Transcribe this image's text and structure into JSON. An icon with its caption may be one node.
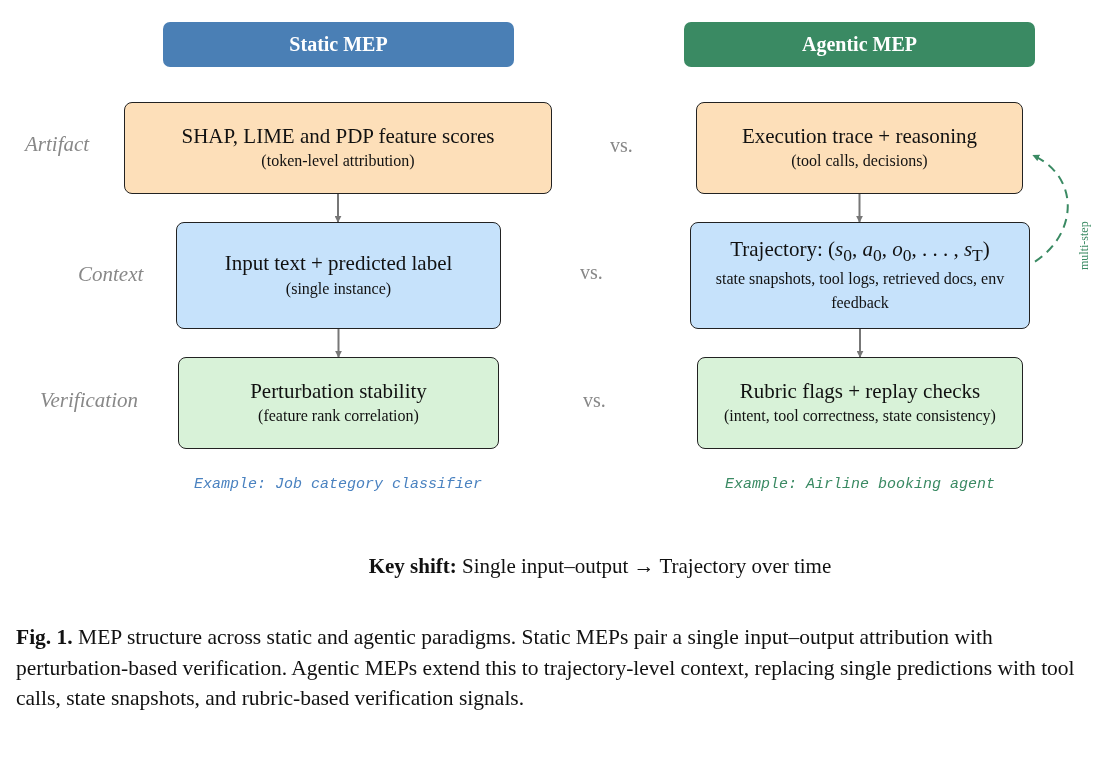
{
  "diagram": {
    "caption": "**Fig. 1.** MEP structure across static and agentic paradigms. Static MEPs pair a single input–output attribution with perturbation-based verification. Agentic MEPs extend this to trajectory-level context, replacing single predictions with tool calls, state snapshots, and rubric-based verification signals.",
    "nodes": [
      {
        "text": [
          "Static MEP"
        ]
      },
      {
        "text": [
          "Agentic MEP"
        ]
      },
      {
        "text": [
          "SHAP, LIME and PDP feature scores",
          "(token-level attribution)"
        ]
      },
      {
        "text": [
          "Execution trace + reasoning",
          "(tool calls, decisions)"
        ]
      },
      {
        "text": [
          "Input text + predicted label",
          "(single instance)"
        ]
      },
      {
        "text": [
          "Trajectory: (*s*$_{0}$, *a*$_{0}$, *o*$_{0}$, . . . , *s*$_{T}$)",
          "state snapshots, tool logs, retrieved docs, env feedback"
        ]
      },
      {
        "text": [
          "Perturbation stability",
          "(feature rank correlation)"
        ]
      },
      {
        "text": [
          "Rubric flags + replay checks",
          "(intent, tool correctness, state consistency)"
        ]
      }
    ],
    "edges": [
      {
        "from": 2,
        "to": 4,
        "arrow": "to"
      },
      {
        "from": 4,
        "to": 6,
        "arrow": "to"
      },
      {
        "from": 3,
        "to": 5,
        "arrow": "to"
      },
      {
        "from": 5,
        "to": 7,
        "arrow": "to"
      },
      {
        "from": 5,
        "to": 3,
        "arrow": "to",
        "label": "multi-step",
        "style": "dashed",
        "color": "#3a8a63"
      }
    ],
    "labels": [
      "Artifact",
      "vs.",
      "Context",
      "vs.",
      "Verification",
      "vs.",
      "Example: Job category classifier",
      "Example: Airline booking agent",
      "**Key shift:** Single input–output → Trajectory over time"
    ]
  }
}
